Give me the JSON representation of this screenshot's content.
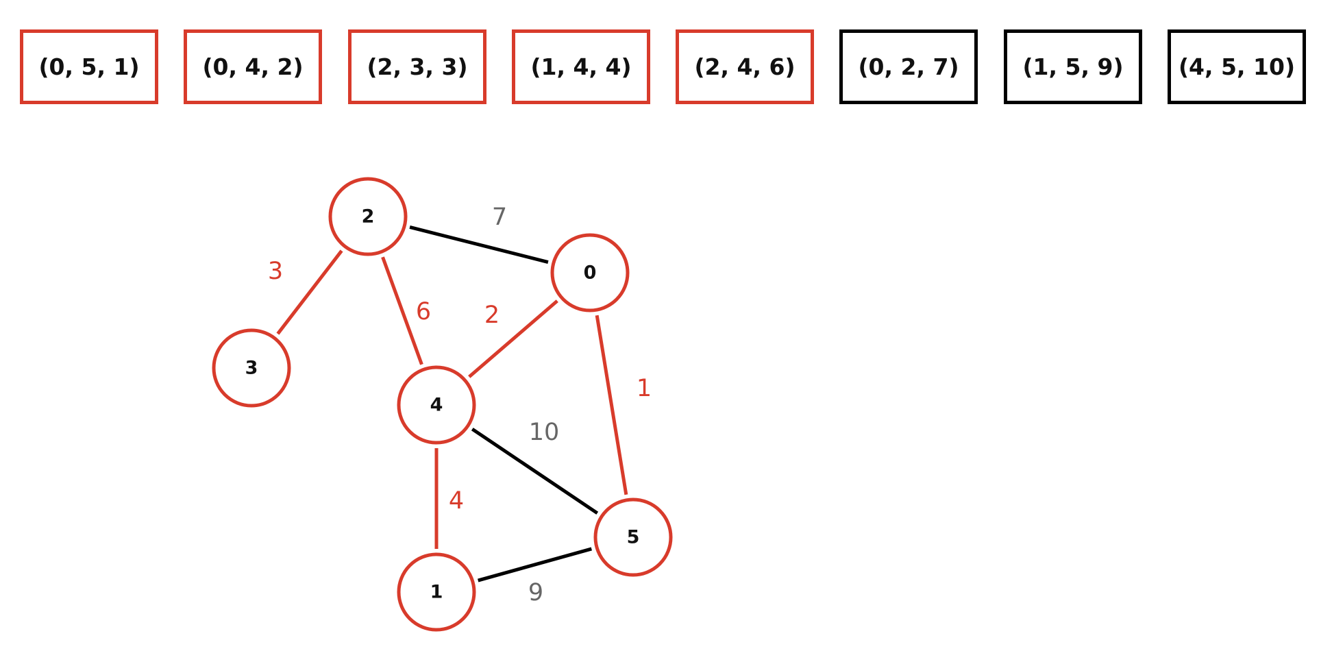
{
  "colors": {
    "selected": "#d83b2b",
    "unselected": "#000000",
    "unselected_weight": "#666666"
  },
  "edge_list": [
    {
      "label": "(0, 5, 1)",
      "selected": true
    },
    {
      "label": "(0, 4, 2)",
      "selected": true
    },
    {
      "label": "(2, 3, 3)",
      "selected": true
    },
    {
      "label": "(1, 4, 4)",
      "selected": true
    },
    {
      "label": "(2, 4, 6)",
      "selected": true
    },
    {
      "label": "(0, 2, 7)",
      "selected": false
    },
    {
      "label": "(1, 5, 9)",
      "selected": false
    },
    {
      "label": "(4, 5, 10)",
      "selected": false
    }
  ],
  "graph": {
    "nodes": [
      {
        "id": "0",
        "label": "0"
      },
      {
        "id": "1",
        "label": "1"
      },
      {
        "id": "2",
        "label": "2"
      },
      {
        "id": "3",
        "label": "3"
      },
      {
        "id": "4",
        "label": "4"
      },
      {
        "id": "5",
        "label": "5"
      }
    ],
    "edges": [
      {
        "from": "0",
        "to": "5",
        "weight": "1",
        "selected": true
      },
      {
        "from": "0",
        "to": "4",
        "weight": "2",
        "selected": true
      },
      {
        "from": "2",
        "to": "3",
        "weight": "3",
        "selected": true
      },
      {
        "from": "1",
        "to": "4",
        "weight": "4",
        "selected": true
      },
      {
        "from": "2",
        "to": "4",
        "weight": "6",
        "selected": true
      },
      {
        "from": "0",
        "to": "2",
        "weight": "7",
        "selected": false
      },
      {
        "from": "1",
        "to": "5",
        "weight": "9",
        "selected": false
      },
      {
        "from": "4",
        "to": "5",
        "weight": "10",
        "selected": false
      }
    ]
  }
}
